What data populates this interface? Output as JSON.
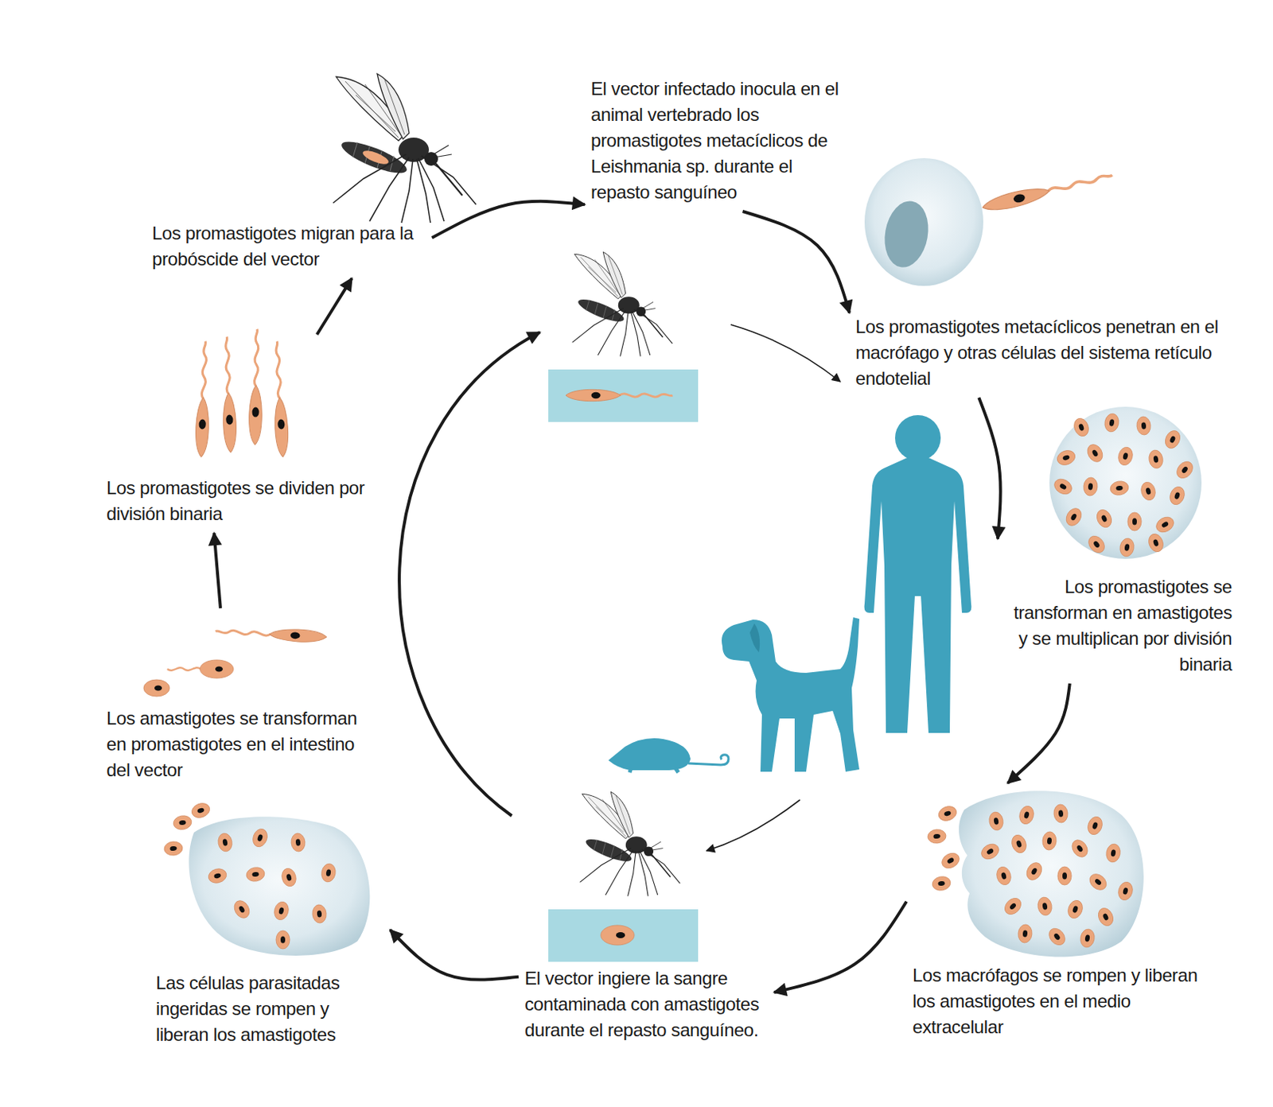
{
  "diagram": {
    "nodes": [
      {
        "text": [
          "El vector infectado inocula en el animal vertebrado los promastigotes metacíclicos de Leishmania sp. durante el repasto sanguíneo"
        ]
      },
      {
        "text": [
          "Los promastigotes metacíclicos penetran en el macrófago y otras células del sistema retículo endotelial"
        ]
      },
      {
        "text": [
          "Los promastigotes se transforman en amastigotes y se multiplican por división binaria"
        ]
      },
      {
        "text": [
          "Los macrófagos se rompen y liberan los amastigotes en el medio extracelular"
        ]
      },
      {
        "text": [
          "El vector ingiere la sangre contaminada con amastigotes durante el repasto sanguíneo."
        ]
      },
      {
        "text": [
          "Las células parasitadas ingeridas se rompen y liberan los amastigotes"
        ]
      },
      {
        "text": [
          "Los amastigotes se transforman en promastigotes en el intestino del vector"
        ]
      },
      {
        "text": [
          "Los promastigotes se dividen por división binaria"
        ]
      },
      {
        "text": [
          "Los promastigotes migran para la probóscide del vector"
        ]
      }
    ],
    "edges": [
      {
        "from": 8,
        "to": 0,
        "arrow": "to"
      },
      {
        "from": 0,
        "to": 1,
        "arrow": "to"
      },
      {
        "from": 1,
        "to": 2,
        "arrow": "to"
      },
      {
        "from": 2,
        "to": 3,
        "arrow": "to"
      },
      {
        "from": 3,
        "to": 4,
        "arrow": "to"
      },
      {
        "from": 4,
        "to": 5,
        "arrow": "to"
      },
      {
        "from": 6,
        "to": 7,
        "arrow": "to"
      },
      {
        "from": 7,
        "to": 8,
        "arrow": "to"
      }
    ]
  }
}
